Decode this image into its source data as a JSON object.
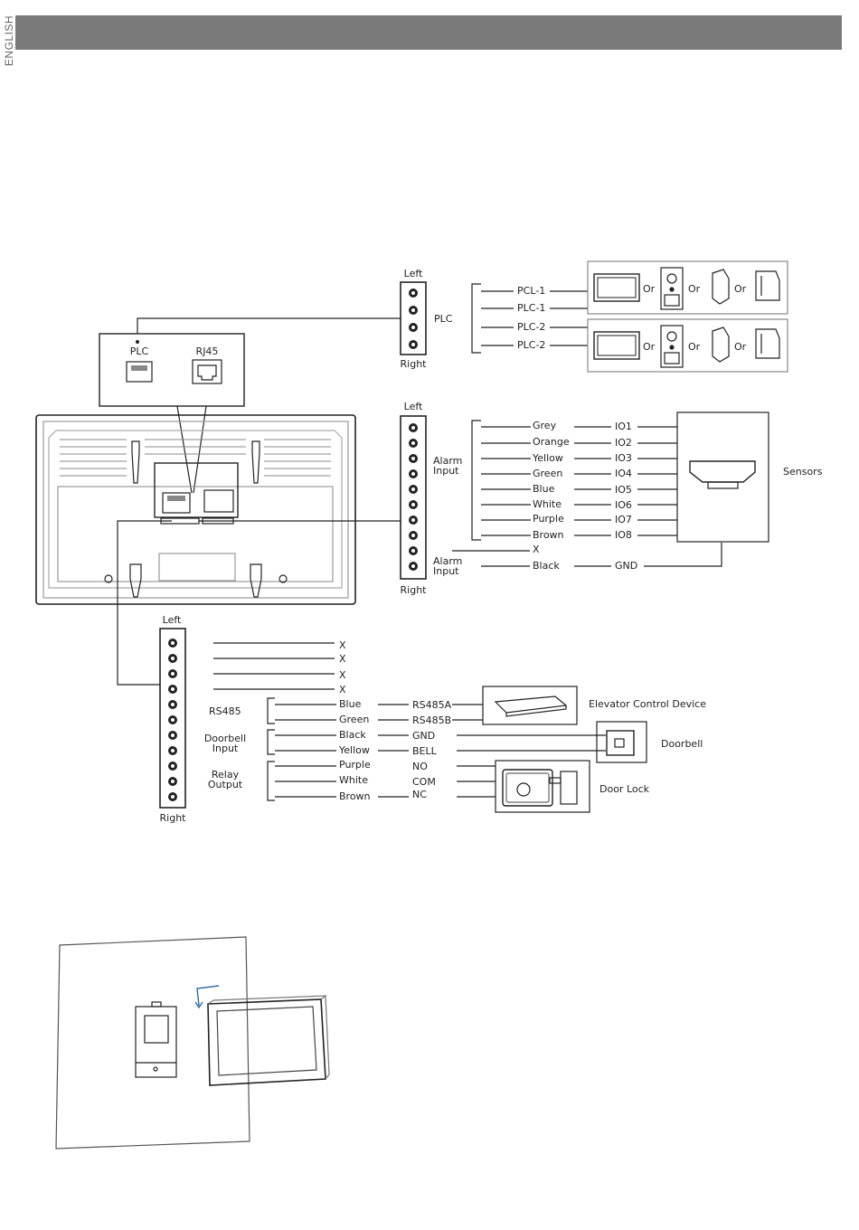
{
  "page": {
    "side_label": "ENGLISH"
  },
  "wiring": {
    "plc_block": {
      "top": "Left",
      "bottom": "Right",
      "label": "PLC",
      "wires": [
        "PCL-1",
        "PLC-1",
        "PLC-2",
        "PLC-2"
      ],
      "or": "Or"
    },
    "device_ports": {
      "plc": "PLC",
      "rj45": "RJ45"
    },
    "alarm_block": {
      "top": "Left",
      "bottom": "Right",
      "label_1": "Alarm",
      "label_2": "Input",
      "colors": [
        "Grey",
        "Orange",
        "Yellow",
        "Green",
        "Blue",
        "White",
        "Purple",
        "Brown"
      ],
      "ios": [
        "IO1",
        "IO2",
        "IO3",
        "IO4",
        "IO5",
        "IO6",
        "IO7",
        "IO8"
      ],
      "x": "X",
      "ground_label_1": "Alarm",
      "ground_label_2": "Input",
      "ground_color": "Black",
      "ground": "GND",
      "sensors": "Sensors"
    },
    "bottom_block": {
      "top": "Left",
      "bottom": "Right",
      "x_labels": [
        "X",
        "X",
        "X",
        "X"
      ],
      "rs485": {
        "label": "RS485",
        "colors": [
          "Blue",
          "Green"
        ],
        "signals": [
          "RS485A",
          "RS485B"
        ],
        "device": "Elevator Control Device"
      },
      "doorbell": {
        "label_1": "Doorbell",
        "label_2": "Input",
        "colors": [
          "Black",
          "Yellow"
        ],
        "signals": [
          "GND",
          "BELL"
        ],
        "device": "Doorbell"
      },
      "relay": {
        "label_1": "Relay",
        "label_2": "Output",
        "colors": [
          "Purple",
          "White",
          "Brown"
        ],
        "signals": [
          "NO",
          "COM",
          "NC"
        ],
        "device": "Door Lock"
      }
    }
  }
}
